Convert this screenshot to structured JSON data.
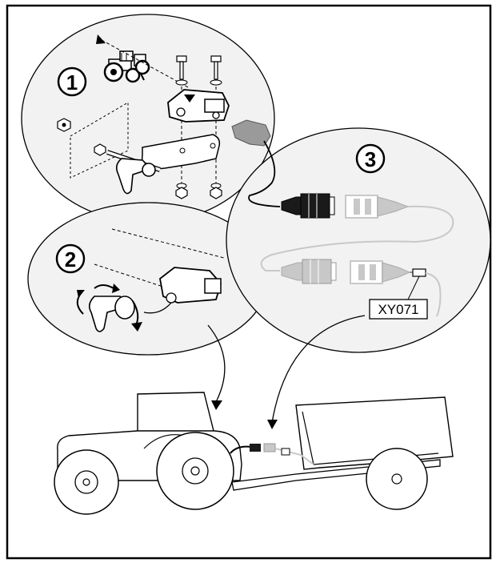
{
  "steps": [
    {
      "number": "1"
    },
    {
      "number": "2"
    },
    {
      "number": "3"
    }
  ],
  "connector_label": "XY071",
  "colors": {
    "line": "#000000",
    "step_ellipse_fill": "#f2f2f2",
    "connector_grey": "#c8c8c8",
    "connector_dark": "#1a1a1a",
    "sensor_plug_grey": "#9a9a9a"
  }
}
